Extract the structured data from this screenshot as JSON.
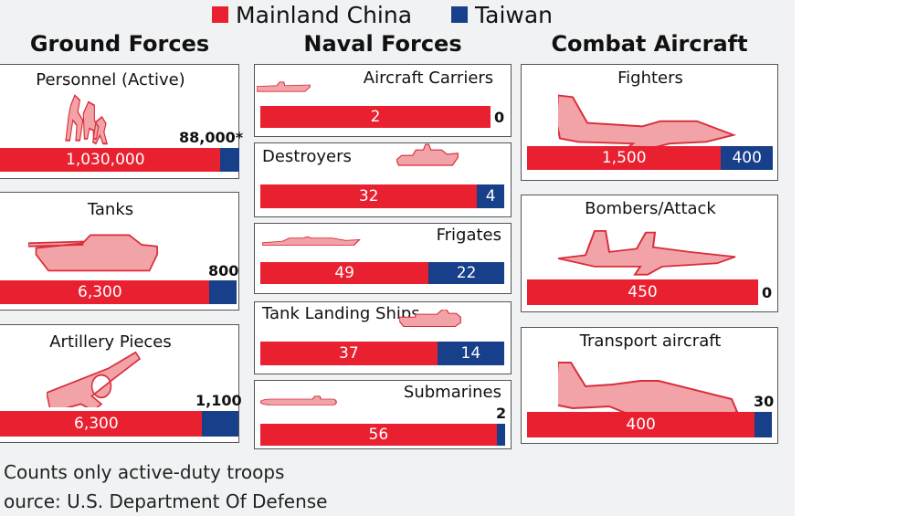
{
  "legend": {
    "china": {
      "label": "Mainland China",
      "color": "#e8202f"
    },
    "taiwan": {
      "label": "Taiwan",
      "color": "#173f8a"
    }
  },
  "sections": [
    {
      "title": "Ground Forces"
    },
    {
      "title": "Naval Forces"
    },
    {
      "title": "Combat Aircraft"
    }
  ],
  "panels": [
    {
      "title": "Personnel (Active)",
      "icon": "soldiers-icon",
      "china": 1030000,
      "taiwan": 88000,
      "china_label": "1,030,000",
      "taiwan_label": "88,000*"
    },
    {
      "title": "Tanks",
      "icon": "tank-icon",
      "china": 6300,
      "taiwan": 800,
      "china_label": "6,300",
      "taiwan_label": "800"
    },
    {
      "title": "Artillery Pieces",
      "icon": "artillery-icon",
      "china": 6300,
      "taiwan": 1100,
      "china_label": "6,300",
      "taiwan_label": "1,100"
    },
    {
      "title": "Aircraft Carriers",
      "icon": "aircraft-carrier-icon",
      "china": 2,
      "taiwan": 0,
      "china_label": "2",
      "taiwan_label": "0"
    },
    {
      "title": "Destroyers",
      "icon": "destroyer-icon",
      "china": 32,
      "taiwan": 4,
      "china_label": "32",
      "taiwan_label": "4"
    },
    {
      "title": "Frigates",
      "icon": "frigate-icon",
      "china": 49,
      "taiwan": 22,
      "china_label": "49",
      "taiwan_label": "22"
    },
    {
      "title": "Tank Landing Ships",
      "icon": "landing-ship-icon",
      "china": 37,
      "taiwan": 14,
      "china_label": "37",
      "taiwan_label": "14"
    },
    {
      "title": "Submarines",
      "icon": "submarine-icon",
      "china": 56,
      "taiwan": 2,
      "china_label": "56",
      "taiwan_label": "2"
    },
    {
      "title": "Fighters",
      "icon": "fighter-jet-icon",
      "china": 1500,
      "taiwan": 400,
      "china_label": "1,500",
      "taiwan_label": "400"
    },
    {
      "title": "Bombers/Attack",
      "icon": "bomber-jet-icon",
      "china": 450,
      "taiwan": 0,
      "china_label": "450",
      "taiwan_label": "0"
    },
    {
      "title": "Transport aircraft",
      "icon": "transport-plane-icon",
      "china": 400,
      "taiwan": 30,
      "china_label": "400",
      "taiwan_label": "30"
    }
  ],
  "footnotes": {
    "note": "Counts only active-duty troops",
    "source": "ource: U.S. Department Of Defense"
  },
  "chart_data": {
    "type": "bar",
    "stacked": true,
    "categories": [
      "Personnel (Active)",
      "Tanks",
      "Artillery Pieces",
      "Aircraft Carriers",
      "Destroyers",
      "Frigates",
      "Tank Landing Ships",
      "Submarines",
      "Fighters",
      "Bombers/Attack",
      "Transport aircraft"
    ],
    "series": [
      {
        "name": "Mainland China",
        "values": [
          1030000,
          6300,
          6300,
          2,
          32,
          49,
          37,
          56,
          1500,
          450,
          400
        ]
      },
      {
        "name": "Taiwan",
        "values": [
          88000,
          800,
          1100,
          0,
          4,
          22,
          14,
          2,
          400,
          0,
          30
        ]
      }
    ],
    "groups": [
      {
        "title": "Ground Forces",
        "categories": [
          "Personnel (Active)",
          "Tanks",
          "Artillery Pieces"
        ]
      },
      {
        "title": "Naval Forces",
        "categories": [
          "Aircraft Carriers",
          "Destroyers",
          "Frigates",
          "Tank Landing Ships",
          "Submarines"
        ]
      },
      {
        "title": "Combat Aircraft",
        "categories": [
          "Fighters",
          "Bombers/Attack",
          "Transport aircraft"
        ]
      }
    ],
    "legend_position": "top",
    "grid": false
  }
}
